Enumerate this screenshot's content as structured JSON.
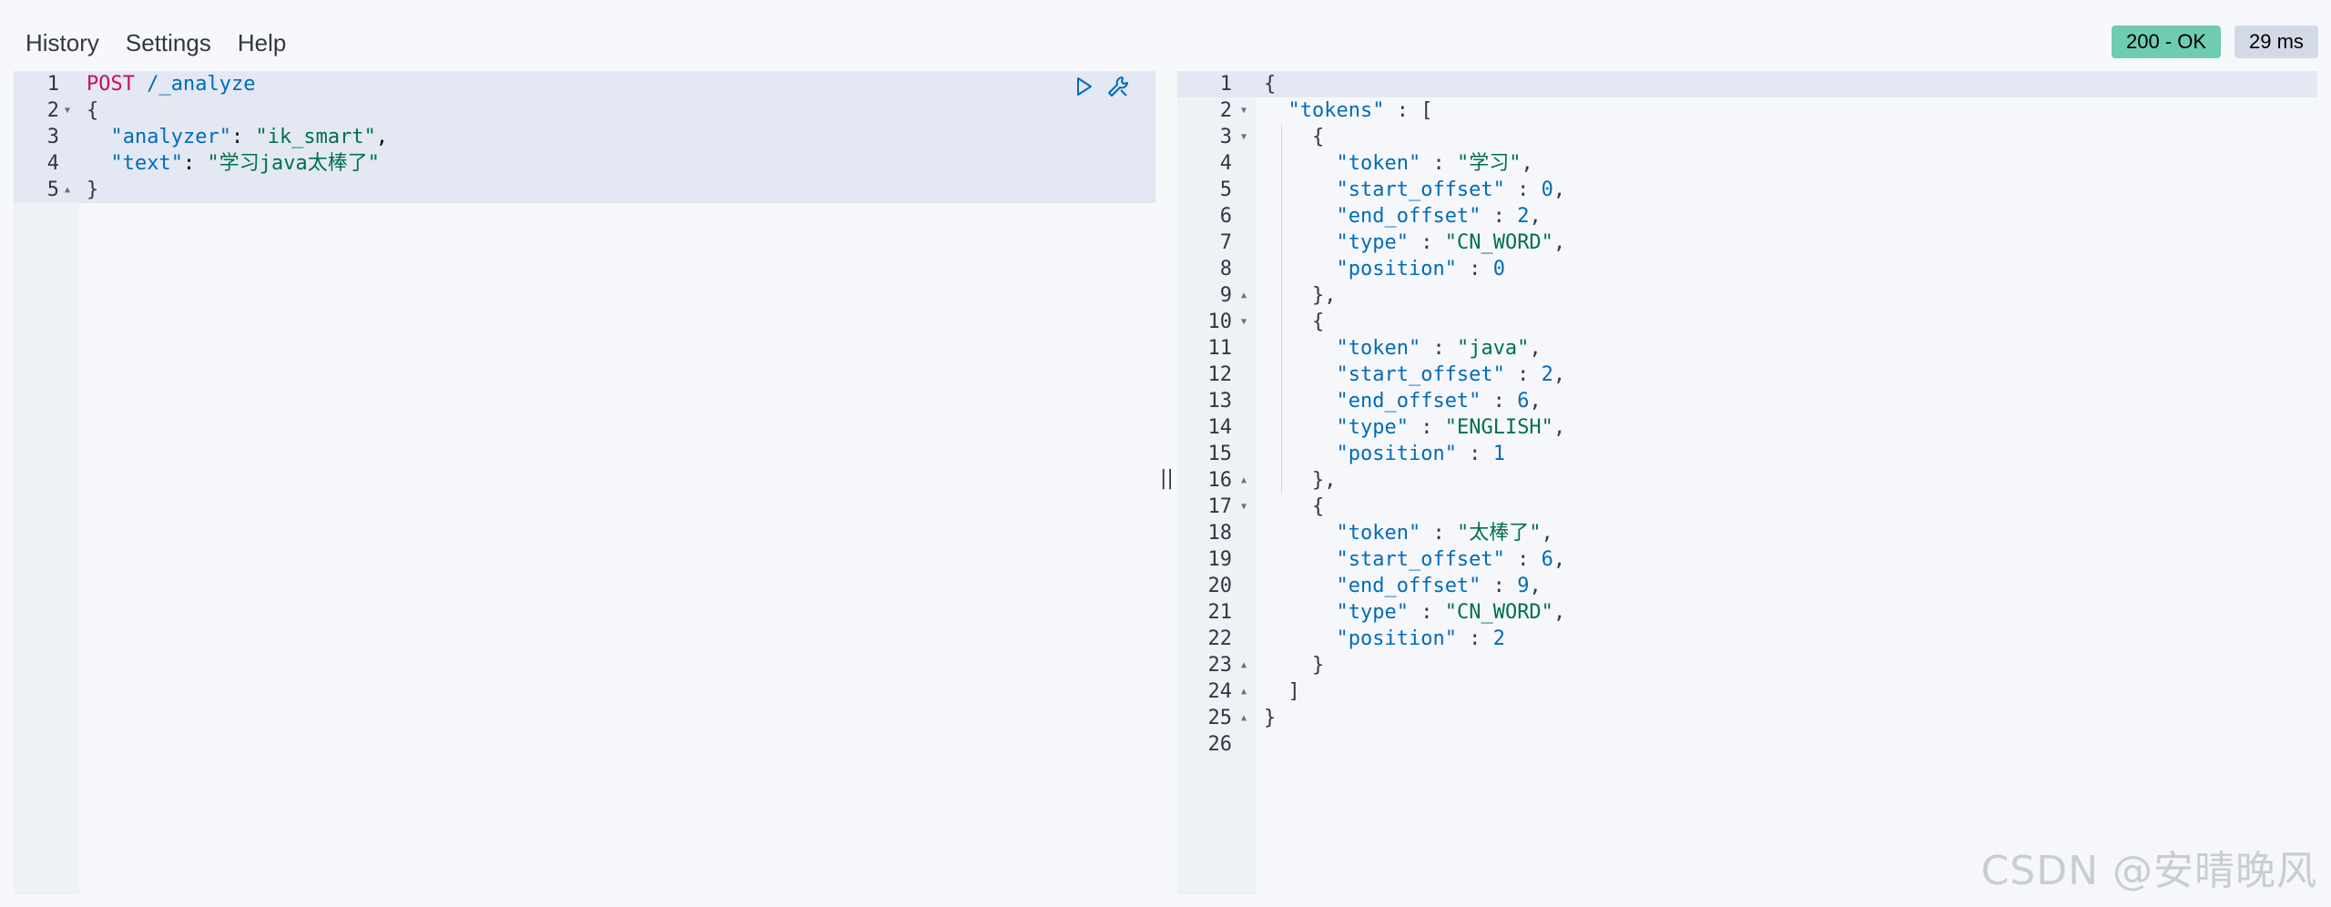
{
  "menu": {
    "history": "History",
    "settings": "Settings",
    "help": "Help"
  },
  "status": {
    "code": "200 - OK",
    "time": "29 ms"
  },
  "request": {
    "method": "POST",
    "url": "/_analyze",
    "lines": [
      "{",
      "  \"analyzer\": \"ik_smart\",",
      "  \"text\": \"学习java太棒了\"",
      "}"
    ]
  },
  "response_lines": [
    "{",
    "  \"tokens\" : [",
    "    {",
    "      \"token\" : \"学习\",",
    "      \"start_offset\" : 0,",
    "      \"end_offset\" : 2,",
    "      \"type\" : \"CN_WORD\",",
    "      \"position\" : 0",
    "    },",
    "    {",
    "      \"token\" : \"java\",",
    "      \"start_offset\" : 2,",
    "      \"end_offset\" : 6,",
    "      \"type\" : \"ENGLISH\",",
    "      \"position\" : 1",
    "    },",
    "    {",
    "      \"token\" : \"太棒了\",",
    "      \"start_offset\" : 6,",
    "      \"end_offset\" : 9,",
    "      \"type\" : \"CN_WORD\",",
    "      \"position\" : 2",
    "    }",
    "  ]",
    "}",
    ""
  ],
  "resizer_glyph": "||",
  "watermark": "CSDN @安晴晚风",
  "icons": {
    "run": "play-icon",
    "settings": "wrench-icon"
  },
  "colors": {
    "ok": "#6dccb1",
    "time_badge": "#d3dae6",
    "method": "#c80a68",
    "key": "#006bb8",
    "string": "#00704a"
  }
}
